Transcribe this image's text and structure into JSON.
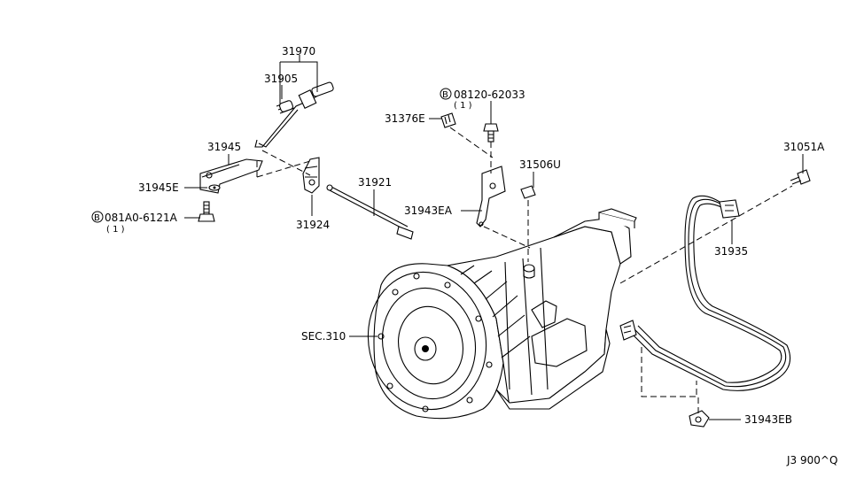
{
  "parts": {
    "p31970": "31970",
    "p31905": "31905",
    "p31945": "31945",
    "p31945E": "31945E",
    "bolt1_code": "081A0-6121A",
    "bolt1_qty": "( 1 )",
    "p31924": "31924",
    "p31921": "31921",
    "bolt2_code": "08120-62033",
    "bolt2_qty": "( 1 )",
    "p31376E": "31376E",
    "p31943EA": "31943EA",
    "p31506U": "31506U",
    "p31051A": "31051A",
    "p31935": "31935",
    "sec310": "SEC.310",
    "p31943EB": "31943EB",
    "bolt_symbol": "B"
  },
  "footer": {
    "code": "J3 900^Q"
  }
}
